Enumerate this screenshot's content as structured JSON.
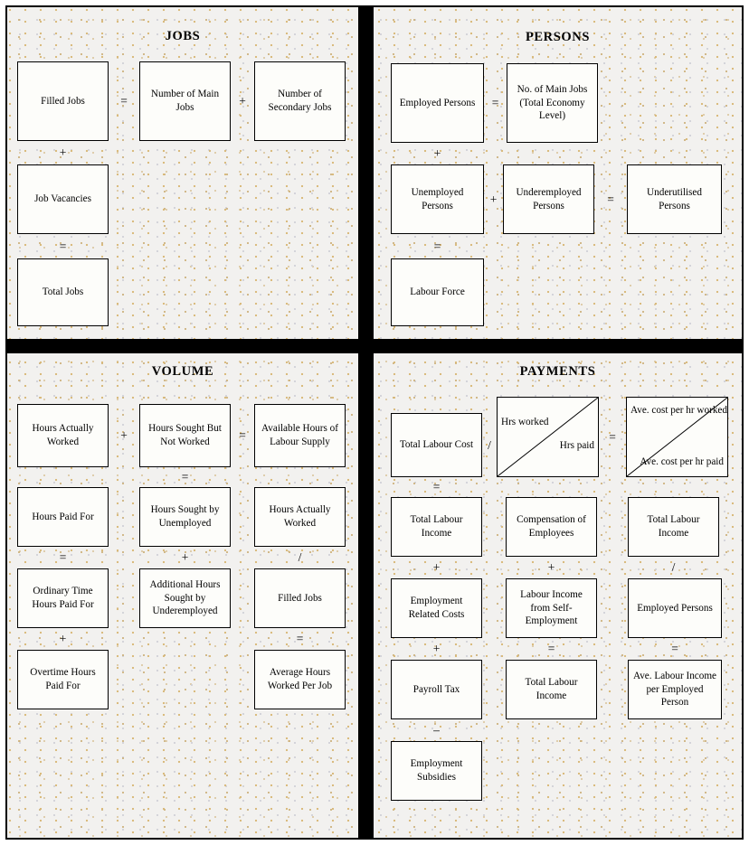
{
  "diagram": {
    "title_font_color": "#000000",
    "background_color": "#f2f1ef",
    "divider_color": "#000000",
    "box_fill": "#fdfdfa"
  },
  "quadrants": {
    "jobs": {
      "title": "JOBS",
      "boxes": [
        {
          "id": "filled-jobs",
          "label": "Filled Jobs"
        },
        {
          "id": "number-main-jobs",
          "label": "Number of Main Jobs"
        },
        {
          "id": "number-secondary-jobs",
          "label": "Number of Secondary Jobs"
        },
        {
          "id": "job-vacancies",
          "label": "Job Vacancies"
        },
        {
          "id": "total-jobs",
          "label": "Total Jobs"
        }
      ],
      "operators": [
        {
          "id": "eq-1",
          "symbol": "="
        },
        {
          "id": "plus-1",
          "symbol": "+"
        },
        {
          "id": "plus-2",
          "symbol": "+"
        },
        {
          "id": "eq-2",
          "symbol": "="
        }
      ]
    },
    "persons": {
      "title": "PERSONS",
      "boxes": [
        {
          "id": "employed-persons",
          "label": "Employed Persons"
        },
        {
          "id": "no-main-jobs-total-economy",
          "label": "No. of Main Jobs (Total Economy Level)"
        },
        {
          "id": "unemployed-persons",
          "label": "Unemployed Persons"
        },
        {
          "id": "underemployed-persons",
          "label": "Underemployed Persons"
        },
        {
          "id": "underutilised-persons",
          "label": "Underutilised Persons"
        },
        {
          "id": "labour-force",
          "label": "Labour Force"
        }
      ],
      "operators": [
        {
          "id": "eq-1",
          "symbol": "="
        },
        {
          "id": "plus-1",
          "symbol": "+"
        },
        {
          "id": "plus-2",
          "symbol": "+"
        },
        {
          "id": "eq-2",
          "symbol": "="
        },
        {
          "id": "eq-3",
          "symbol": "="
        }
      ]
    },
    "volume": {
      "title": "VOLUME",
      "boxes": [
        {
          "id": "hours-actually-worked-1",
          "label": "Hours Actually Worked"
        },
        {
          "id": "hours-sought-but-not-worked",
          "label": "Hours Sought But Not Worked"
        },
        {
          "id": "available-hours-labour-supply",
          "label": "Available Hours of Labour Supply"
        },
        {
          "id": "hours-paid-for",
          "label": "Hours Paid For"
        },
        {
          "id": "hours-sought-by-unemployed",
          "label": "Hours Sought by Unemployed"
        },
        {
          "id": "hours-actually-worked-2",
          "label": "Hours Actually Worked"
        },
        {
          "id": "ordinary-time-hours-paid-for",
          "label": "Ordinary Time Hours Paid For"
        },
        {
          "id": "additional-hours-sought-by-underemployed",
          "label": "Additional Hours Sought by Underemployed"
        },
        {
          "id": "filled-jobs",
          "label": "Filled Jobs"
        },
        {
          "id": "overtime-hours-paid-for",
          "label": "Overtime Hours Paid For"
        },
        {
          "id": "average-hours-worked-per-job",
          "label": "Average Hours Worked Per Job"
        }
      ],
      "operators": [
        {
          "id": "plus-1",
          "symbol": "+"
        },
        {
          "id": "eq-1",
          "symbol": "="
        },
        {
          "id": "eq-2",
          "symbol": "="
        },
        {
          "id": "eq-3",
          "symbol": "="
        },
        {
          "id": "plus-2",
          "symbol": "+"
        },
        {
          "id": "slash-1",
          "symbol": "/"
        },
        {
          "id": "plus-3",
          "symbol": "+"
        },
        {
          "id": "eq-4",
          "symbol": "="
        }
      ]
    },
    "payments": {
      "title": "PAYMENTS",
      "boxes": [
        {
          "id": "total-labour-cost",
          "label": "Total Labour Cost"
        },
        {
          "id": "hrs-split",
          "label_top": "Hrs worked",
          "label_bottom": "Hrs paid"
        },
        {
          "id": "ave-cost-split",
          "label_top": "Ave. cost per hr worked",
          "label_bottom": "Ave. cost per hr paid"
        },
        {
          "id": "total-labour-income-1",
          "label": "Total Labour Income"
        },
        {
          "id": "compensation-of-employees",
          "label": "Compensation of Employees"
        },
        {
          "id": "total-labour-income-2",
          "label": "Total Labour Income"
        },
        {
          "id": "employment-related-costs",
          "label": "Employment Related Costs"
        },
        {
          "id": "labour-income-self-employment",
          "label": "Labour Income from Self-Employment"
        },
        {
          "id": "employed-persons",
          "label": "Employed Persons"
        },
        {
          "id": "payroll-tax",
          "label": "Payroll Tax"
        },
        {
          "id": "total-labour-income-3",
          "label": "Total Labour Income"
        },
        {
          "id": "ave-labour-income-per-employed-person",
          "label": "Ave. Labour Income per Employed Person"
        },
        {
          "id": "employment-subsidies",
          "label": "Employment Subsidies"
        }
      ],
      "operators": [
        {
          "id": "slash-1",
          "symbol": "/"
        },
        {
          "id": "eq-1",
          "symbol": "="
        },
        {
          "id": "eq-2",
          "symbol": "="
        },
        {
          "id": "plus-1",
          "symbol": "+"
        },
        {
          "id": "plus-2",
          "symbol": "+"
        },
        {
          "id": "slash-2",
          "symbol": "/"
        },
        {
          "id": "plus-3",
          "symbol": "+"
        },
        {
          "id": "eq-3",
          "symbol": "="
        },
        {
          "id": "eq-4",
          "symbol": "="
        },
        {
          "id": "minus-1",
          "symbol": "–"
        }
      ]
    }
  }
}
